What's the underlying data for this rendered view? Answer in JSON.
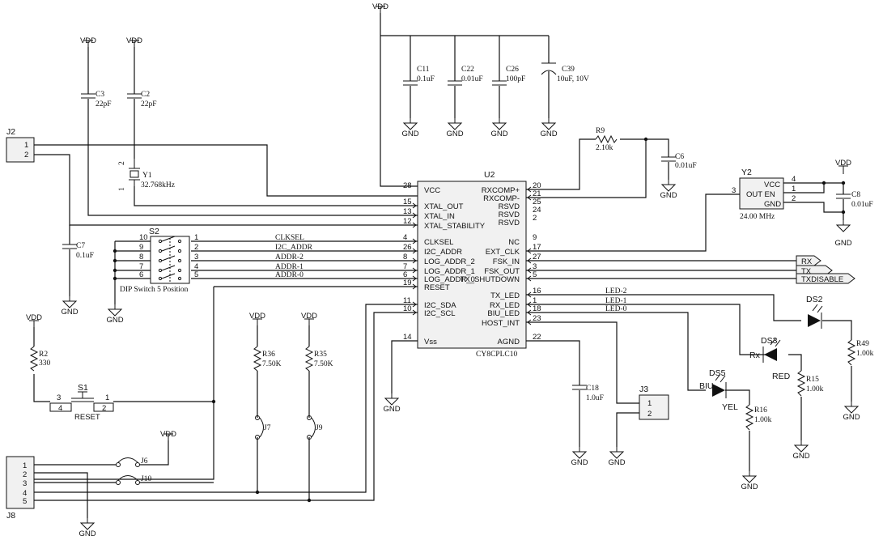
{
  "supplies": {
    "vdd": "VDD",
    "gnd": "GND"
  },
  "u2": {
    "ref": "U2",
    "part": "CY8CPLC10",
    "left_pins": [
      {
        "num": "28",
        "name": "VCC"
      },
      {
        "num": "15",
        "name": "XTAL_OUT"
      },
      {
        "num": "13",
        "name": "XTAL_IN"
      },
      {
        "num": "12",
        "name": "XTAL_STABILITY"
      },
      {
        "num": "4",
        "name": "CLKSEL"
      },
      {
        "num": "26",
        "name": "I2C_ADDR"
      },
      {
        "num": "8",
        "name": "LOG_ADDR_2"
      },
      {
        "num": "7",
        "name": "LOG_ADDR_1"
      },
      {
        "num": "6",
        "name": "LOG_ADDR_0"
      },
      {
        "num": "19",
        "name": "RESET"
      },
      {
        "num": "11",
        "name": "I2C_SDA"
      },
      {
        "num": "10",
        "name": "I2C_SCL"
      },
      {
        "num": "14",
        "name": "Vss"
      }
    ],
    "right_pins": [
      {
        "num": "20",
        "name": "RXCOMP+"
      },
      {
        "num": "21",
        "name": "RXCOMP-"
      },
      {
        "num": "25",
        "name": "RSVD"
      },
      {
        "num": "24",
        "name": "RSVD"
      },
      {
        "num": "2",
        "name": "RSVD"
      },
      {
        "num": "9",
        "name": "NC"
      },
      {
        "num": "17",
        "name": "EXT_CLK"
      },
      {
        "num": "27",
        "name": "FSK_IN"
      },
      {
        "num": "3",
        "name": "FSK_OUT"
      },
      {
        "num": "5",
        "name": "TX_SHUTDOWN"
      },
      {
        "num": "16",
        "name": "TX_LED"
      },
      {
        "num": "1",
        "name": "RX_LED"
      },
      {
        "num": "18",
        "name": "BIU_LED"
      },
      {
        "num": "23",
        "name": "HOST_INT"
      },
      {
        "num": "22",
        "name": "AGND"
      }
    ]
  },
  "caps": {
    "c3": {
      "ref": "C3",
      "val": "22pF"
    },
    "c2": {
      "ref": "C2",
      "val": "22pF"
    },
    "c11": {
      "ref": "C11",
      "val": "0.1uF"
    },
    "c22": {
      "ref": "C22",
      "val": "0.01uF"
    },
    "c26": {
      "ref": "C26",
      "val": "100pF"
    },
    "c39": {
      "ref": "C39",
      "val": "10uF, 10V"
    },
    "c6": {
      "ref": "C6",
      "val": "0.01uF"
    },
    "c7": {
      "ref": "C7",
      "val": "0.1uF"
    },
    "c8": {
      "ref": "C8",
      "val": "0.01uF"
    },
    "c18": {
      "ref": "C18",
      "val": "1.0uF"
    }
  },
  "resistors": {
    "r9": {
      "ref": "R9",
      "val": "2.10k"
    },
    "r2": {
      "ref": "R2",
      "val": "330"
    },
    "r36": {
      "ref": "R36",
      "val": "7.50K"
    },
    "r35": {
      "ref": "R35",
      "val": "7.50K"
    },
    "r49": {
      "ref": "R49",
      "val": "1.00k"
    },
    "r15": {
      "ref": "R15",
      "val": "1.00k"
    },
    "r16": {
      "ref": "R16",
      "val": "1.00k"
    }
  },
  "y1": {
    "ref": "Y1",
    "val": "32.768kHz",
    "p1": "1",
    "p2": "2"
  },
  "y2": {
    "ref": "Y2",
    "val": "24.00 MHz",
    "vcc": "VCC",
    "outen": "OUT EN",
    "gnd": "GND",
    "pin3": "3",
    "pin4": "4",
    "pin1": "1",
    "pin2": "2"
  },
  "j2": {
    "ref": "J2",
    "p1": "1",
    "p2": "2"
  },
  "j3": {
    "ref": "J3",
    "p1": "1",
    "p2": "2"
  },
  "j8": {
    "ref": "J8",
    "pins": [
      "1",
      "2",
      "3",
      "4",
      "5"
    ]
  },
  "jumpers": {
    "j6": "J6",
    "j10": "J10",
    "j7": "J7",
    "j9": "J9"
  },
  "s2": {
    "ref": "S2",
    "label": "DIP Switch 5 Position",
    "left": [
      "10",
      "9",
      "8",
      "7",
      "6"
    ],
    "right": [
      "1",
      "2",
      "3",
      "4",
      "5"
    ]
  },
  "s1": {
    "ref": "S1",
    "label": "RESET",
    "p3": "3",
    "p4": "4",
    "p1": "1",
    "p2": "2"
  },
  "nets": {
    "clksel": "CLKSEL",
    "i2c_addr": "I2C_ADDR",
    "addr2": "ADDR-2",
    "addr1": "ADDR-1",
    "addr0": "ADDR-0",
    "led2": "LED-2",
    "led1": "LED-1",
    "led0": "LED-0",
    "rx": "RX",
    "tx": "TX",
    "txdis": "TXDISABLE"
  },
  "leds": {
    "ds2": {
      "ref": "DS2"
    },
    "ds3": {
      "ref": "DS3",
      "side": "Rx",
      "color": "RED"
    },
    "ds5": {
      "ref": "DS5",
      "side": "BIU",
      "color": "YEL"
    }
  }
}
